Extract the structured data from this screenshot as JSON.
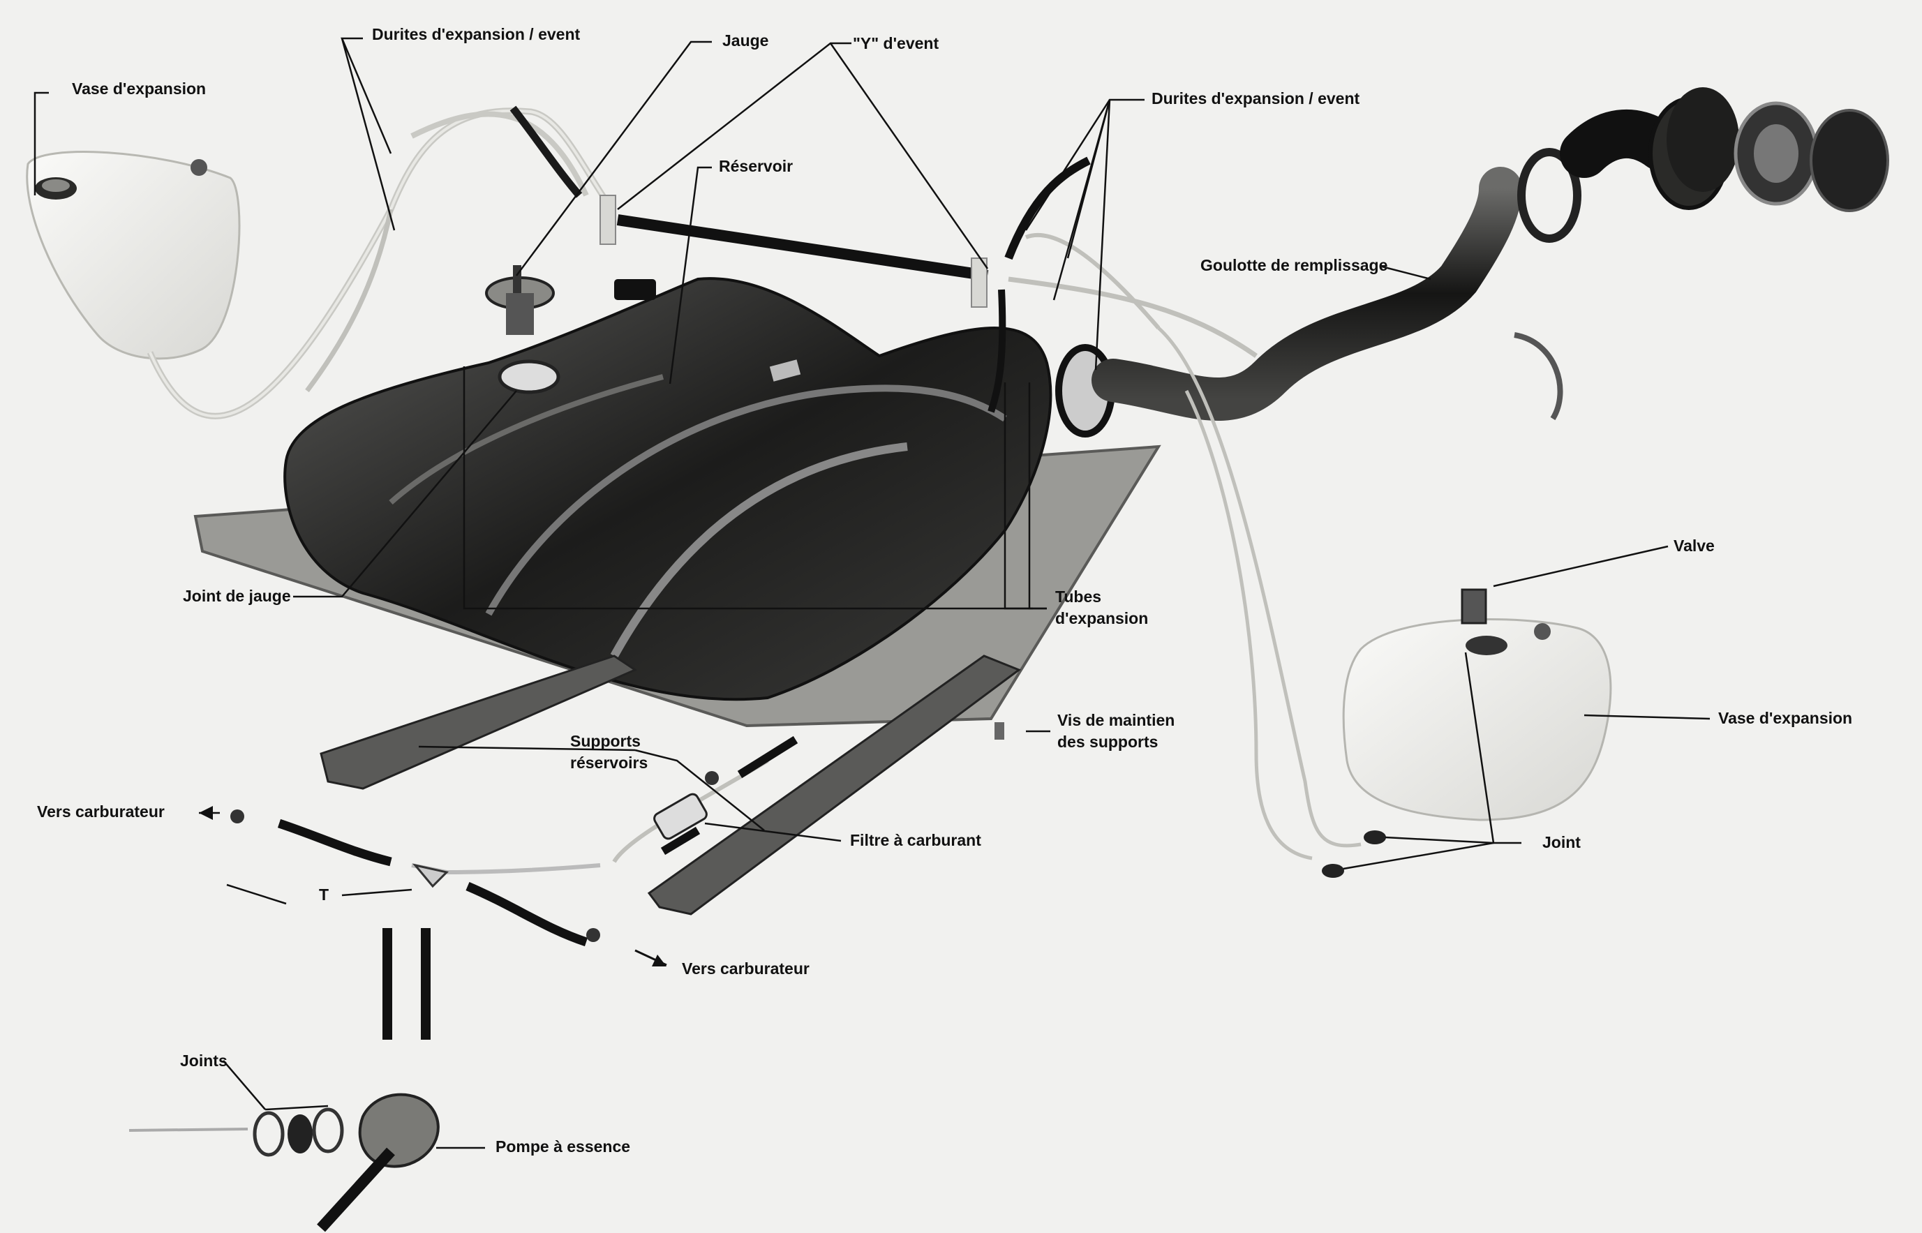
{
  "labels": {
    "vase_expansion_left": "Vase d'expansion",
    "durites_left": "Durites d'expansion / event",
    "jauge": "Jauge",
    "y_event": "\"Y\" d'event",
    "reservoir": "Réservoir",
    "durites_right": "Durites d'expansion / event",
    "goulotte": "Goulotte de remplissage",
    "joint_de_jauge": "Joint de jauge",
    "tubes_line1": "Tubes",
    "tubes_line2": "d'expansion",
    "valve": "Valve",
    "vis_line1": "Vis de maintien",
    "vis_line2": "des supports",
    "vase_expansion_right": "Vase d'expansion",
    "supports_line1": "Supports",
    "supports_line2": "réservoirs",
    "vers_carb_left": "Vers carburateur",
    "filtre": "Filtre à carburant",
    "joint": "Joint",
    "t": "T",
    "vers_carb_bottom": "Vers carburateur",
    "joints": "Joints",
    "pompe": "Pompe à essence"
  }
}
